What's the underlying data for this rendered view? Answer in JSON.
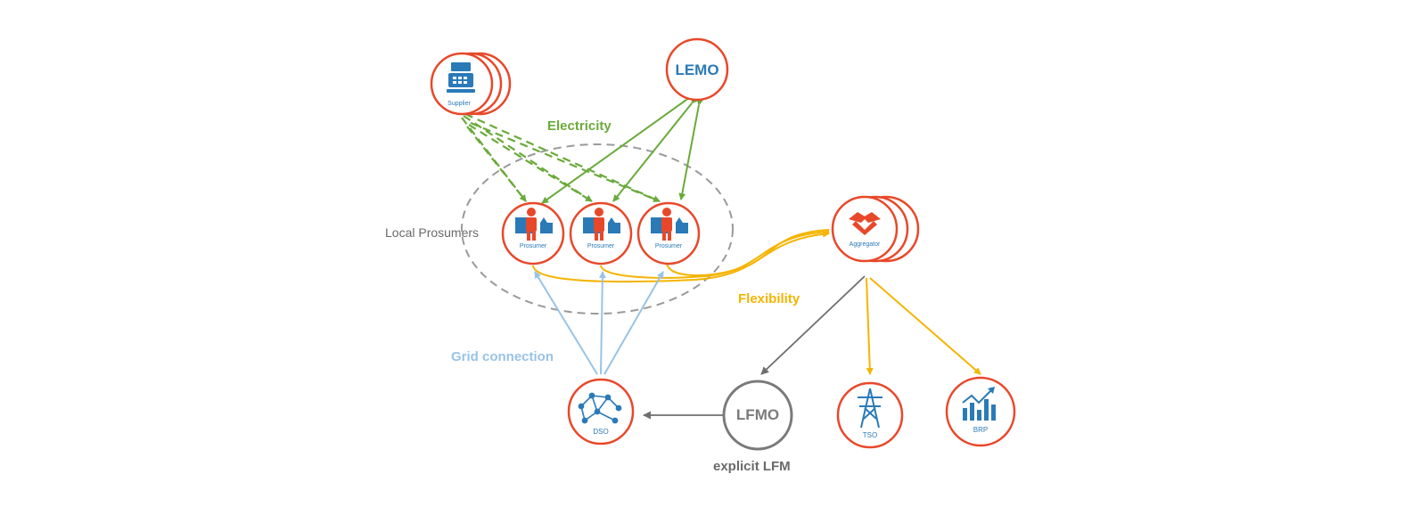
{
  "colors": {
    "node_border": "#e8482a",
    "icon_blue": "#2a7ab8",
    "prosumer_orange": "#e8482a",
    "electricity": "#6aaa3a",
    "flexibility": "#f5b400",
    "grid": "#99c3e6",
    "explicit": "#7a7a7a",
    "dashed_group": "#9a9a9a"
  },
  "nodes": {
    "supplier": {
      "label": "Supplier",
      "icon": "cash-register-icon"
    },
    "lemo": {
      "label": "LEMO"
    },
    "prosumer_1": {
      "label": "Prosumer",
      "icon": "prosumer-icon"
    },
    "prosumer_2": {
      "label": "Prosumer",
      "icon": "prosumer-icon"
    },
    "prosumer_3": {
      "label": "Prosumer",
      "icon": "prosumer-icon"
    },
    "aggregator": {
      "label": "Aggregator",
      "icon": "handshake-icon"
    },
    "dso": {
      "label": "DSO",
      "icon": "network-icon"
    },
    "lfmo": {
      "label": "LFMO"
    },
    "tso": {
      "label": "TSO",
      "icon": "power-tower-icon"
    },
    "brp": {
      "label": "BRP",
      "icon": "bar-chart-icon"
    }
  },
  "labels": {
    "electricity": "Electricity",
    "flexibility": "Flexibility",
    "grid_connection": "Grid connection",
    "local_prosumers": "Local Prosumers",
    "explicit_lfm": "explicit LFM"
  }
}
